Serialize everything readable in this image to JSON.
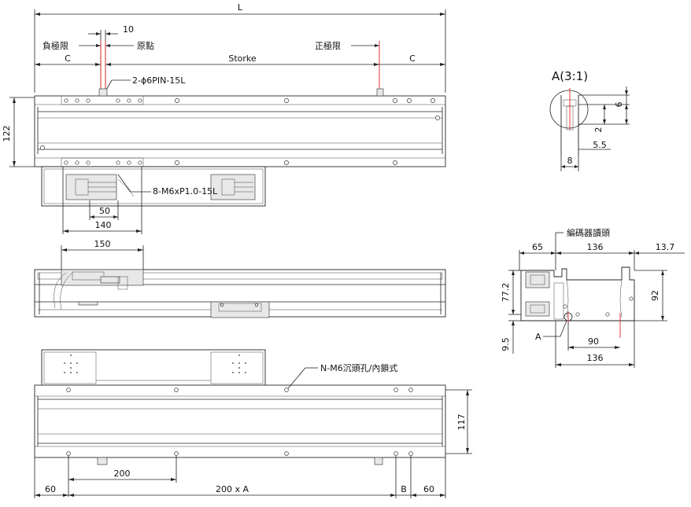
{
  "top_view": {
    "overall_length": "L",
    "pin_gap": "10",
    "neg_limit": "負極限",
    "origin": "原點",
    "pos_limit": "正極限",
    "c_left": "C",
    "stroke": "Storke",
    "c_right": "C",
    "pin_note": "2-ϕ6PIN-15L",
    "height": "122",
    "tap_note": "8-M6xP1.0-15L",
    "dim_50": "50",
    "dim_140": "140"
  },
  "side_view": {
    "dim_150": "150"
  },
  "bottom_view": {
    "hole_note": "N-M6沉頭孔/內鎖式",
    "height": "117",
    "pitch_200": "200",
    "end_left": "60",
    "pitch_count": "200 x A",
    "b_label": "B",
    "end_right": "60"
  },
  "detail": {
    "title": "A(3:1)",
    "d6": "6",
    "d2": "2",
    "d5_5": "5.5",
    "d8": "8"
  },
  "end_view": {
    "encoder": "編碼器讀頭",
    "w65": "65",
    "w136_top": "136",
    "w13_7": "13.7",
    "h77_2": "77.2",
    "h92": "92",
    "h9_5": "9.5",
    "detail_ref": "A",
    "w90": "90",
    "w136_bottom": "136"
  }
}
